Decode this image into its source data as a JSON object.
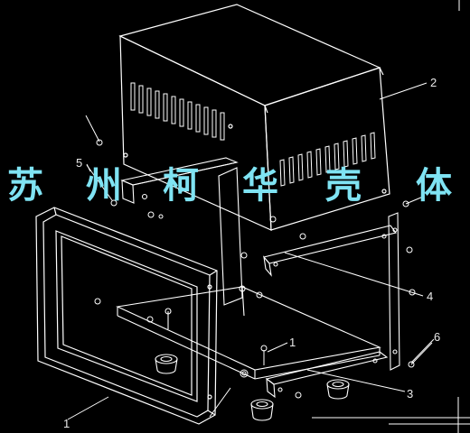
{
  "watermark": {
    "chars": [
      "苏",
      "州",
      "柯",
      "华",
      "壳",
      "体"
    ],
    "color": "#7fe3f3"
  },
  "callouts": [
    {
      "id": "part-1-frame",
      "text": "1"
    },
    {
      "id": "part-1-screw",
      "text": "1"
    },
    {
      "id": "part-2-cover",
      "text": "2"
    },
    {
      "id": "part-3-bracket",
      "text": "3"
    },
    {
      "id": "part-4-rail",
      "text": "4"
    },
    {
      "id": "part-5-screw",
      "text": "5"
    },
    {
      "id": "part-6-screw",
      "text": "6"
    }
  ],
  "colors": {
    "background": "#000000",
    "lines": "#ffffff",
    "leader": "#ffffff",
    "watermark": "#7fe3f3"
  }
}
